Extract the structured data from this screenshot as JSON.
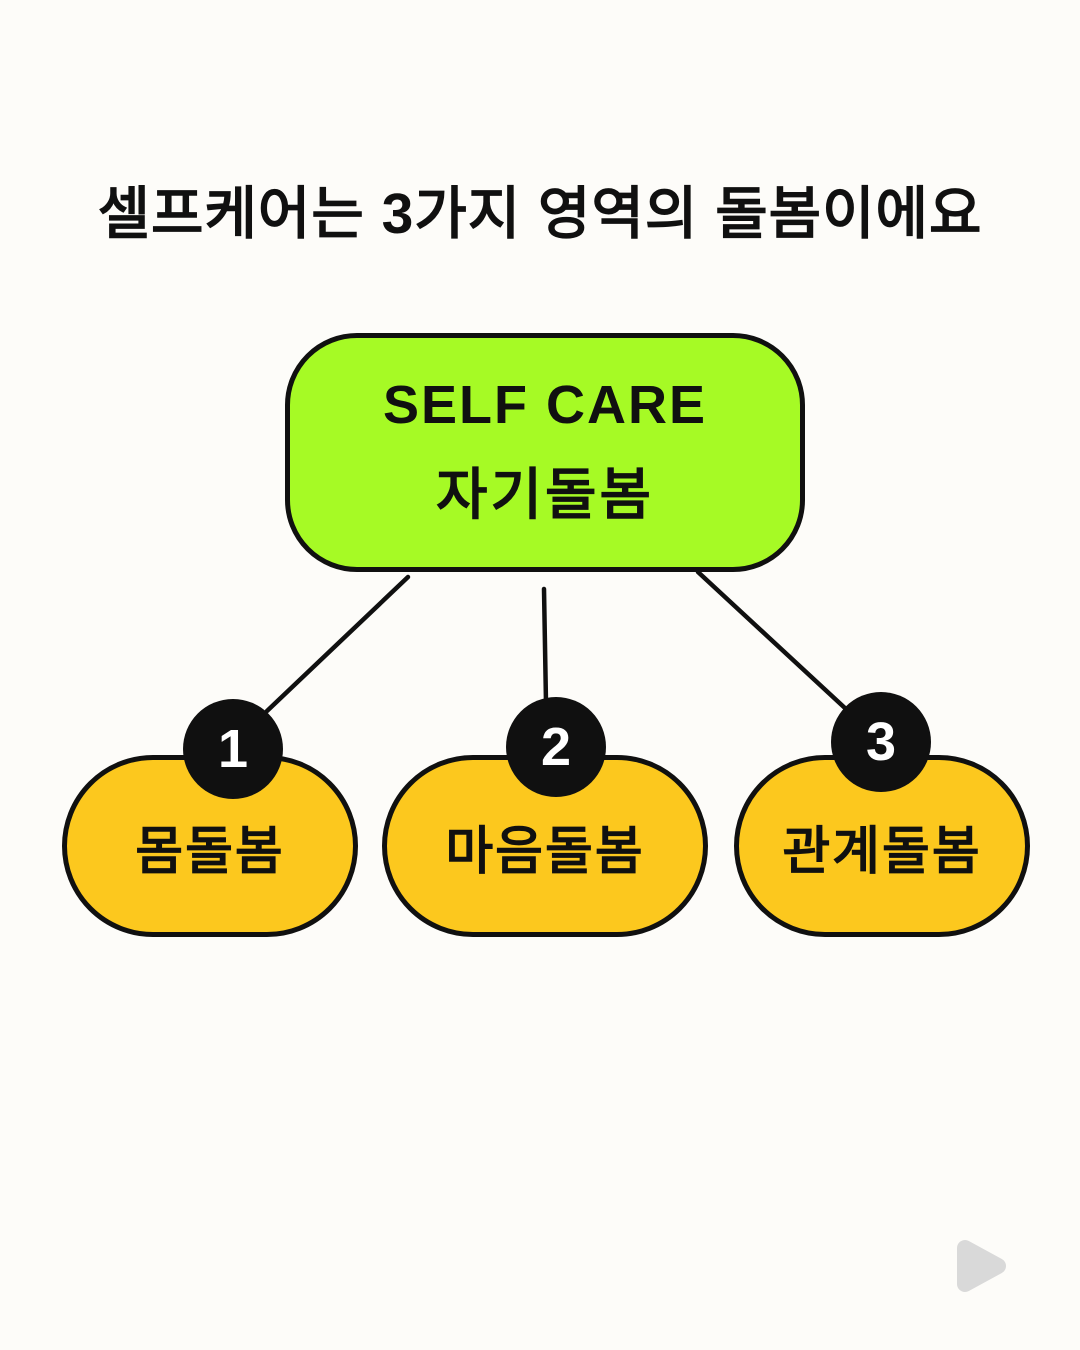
{
  "title": "셀프케어는 3가지 영역의 돌봄이에요",
  "root": {
    "line1": "SELF CARE",
    "line2": "자기돌봄"
  },
  "branches": [
    {
      "number": "1",
      "label": "몸돌봄"
    },
    {
      "number": "2",
      "label": "마음돌봄"
    },
    {
      "number": "3",
      "label": "관계돌봄"
    }
  ],
  "icons": {
    "play": "play-icon"
  },
  "colors": {
    "background": "#FDFCF9",
    "outline": "#101010",
    "root_fill": "#A6FA25",
    "branch_fill": "#FCC81E",
    "badge_fill": "#101010",
    "badge_text": "#FFFFFF",
    "text": "#101010",
    "play_icon": "#D9D9D9"
  }
}
